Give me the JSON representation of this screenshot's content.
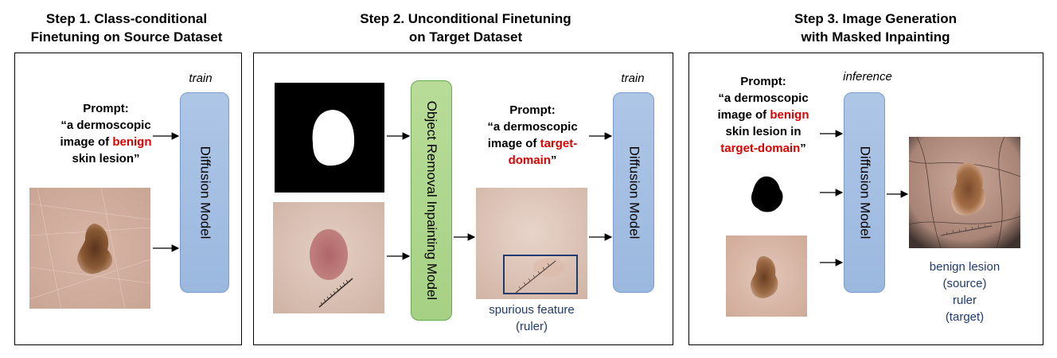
{
  "steps": [
    {
      "title_line1": "Step 1. Class-conditional",
      "title_line2": "Finetuning on Source Dataset"
    },
    {
      "title_line1": "Step 2. Unconditional Finetuning",
      "title_line2": "on Target Dataset"
    },
    {
      "title_line1": "Step 3. Image Generation",
      "title_line2": "with Masked Inpainting"
    }
  ],
  "step1": {
    "mode": "train",
    "prompt": {
      "l1": "Prompt:",
      "l2": "“a dermoscopic",
      "l3a": "image of ",
      "l3b": "benign",
      "l4": "skin lesion”"
    },
    "model": "Diffusion Model"
  },
  "step2": {
    "removal_model": "Object Removal Inpainting Model",
    "mode": "train",
    "prompt": {
      "l1": "Prompt:",
      "l2": "“a dermoscopic",
      "l3a": "image of ",
      "l3b": "target-",
      "l4b": "domain",
      "l4c": "”"
    },
    "model": "Diffusion Model",
    "spurious": {
      "l1": "spurious feature",
      "l2": "(ruler)"
    }
  },
  "step3": {
    "mode": "inference",
    "prompt": {
      "l1": "Prompt:",
      "l2": "“a dermoscopic",
      "l3a": "image of ",
      "l3b": "benign",
      "l4": "skin lesion in",
      "l5b": "target-domain",
      "l5c": "”"
    },
    "model": "Diffusion Model",
    "output": {
      "l1": "benign lesion",
      "l2": "(source)",
      "l3": "ruler",
      "l4": "(target)"
    }
  },
  "colors": {
    "highlight": "#e00000",
    "navy": "#1f3a6e",
    "diffusion_box": "#a4bfe3",
    "removal_box": "#acd58b"
  }
}
